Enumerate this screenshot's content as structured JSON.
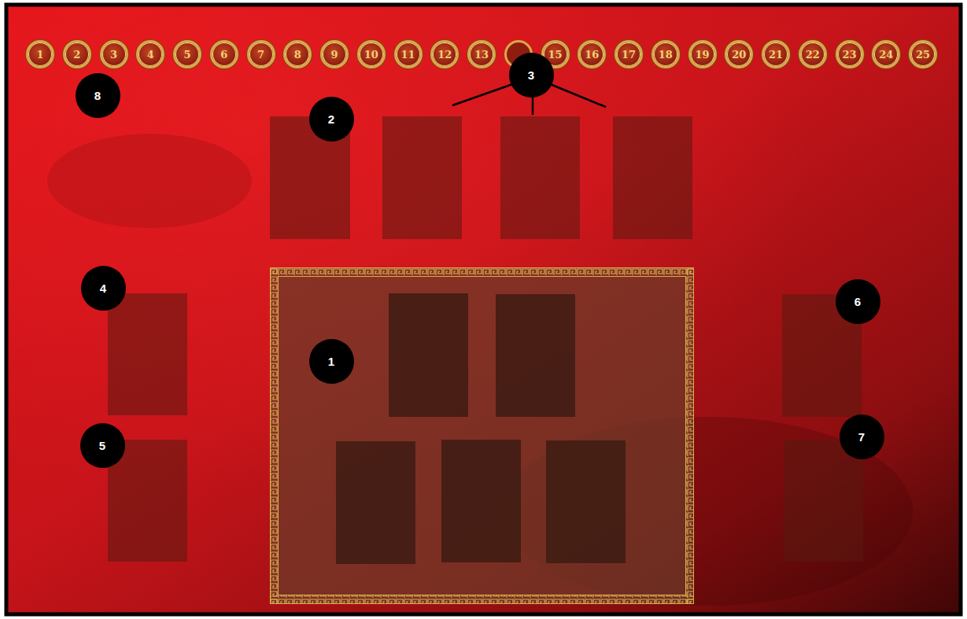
{
  "diagram": {
    "nodes": [
      {
        "text": [
          "1"
        ]
      },
      {
        "text": [
          "2"
        ]
      },
      {
        "text": [
          "3"
        ]
      },
      {
        "text": [
          "4"
        ]
      },
      {
        "text": [
          "5"
        ]
      },
      {
        "text": [
          "6"
        ]
      },
      {
        "text": [
          "7"
        ]
      },
      {
        "text": [
          "8"
        ]
      },
      {
        "text": [
          "9"
        ]
      },
      {
        "text": [
          "10"
        ]
      },
      {
        "text": [
          "11"
        ]
      },
      {
        "text": [
          "12"
        ]
      },
      {
        "text": [
          "13"
        ]
      },
      {
        "text": [
          "15"
        ]
      },
      {
        "text": [
          "16"
        ]
      },
      {
        "text": [
          "17"
        ]
      },
      {
        "text": [
          "18"
        ]
      },
      {
        "text": [
          "19"
        ]
      },
      {
        "text": [
          "20"
        ]
      },
      {
        "text": [
          "21"
        ]
      },
      {
        "text": [
          "22"
        ]
      },
      {
        "text": [
          "23"
        ]
      },
      {
        "text": [
          "24"
        ]
      },
      {
        "text": [
          "25"
        ]
      },
      {
        "text": [
          "8"
        ]
      },
      {
        "text": [
          "2"
        ]
      },
      {
        "text": [
          "3"
        ]
      },
      {
        "text": [
          "4"
        ]
      },
      {
        "text": [
          "1"
        ]
      },
      {
        "text": [
          "6"
        ]
      },
      {
        "text": [
          "5"
        ]
      },
      {
        "text": [
          "7"
        ]
      }
    ]
  }
}
